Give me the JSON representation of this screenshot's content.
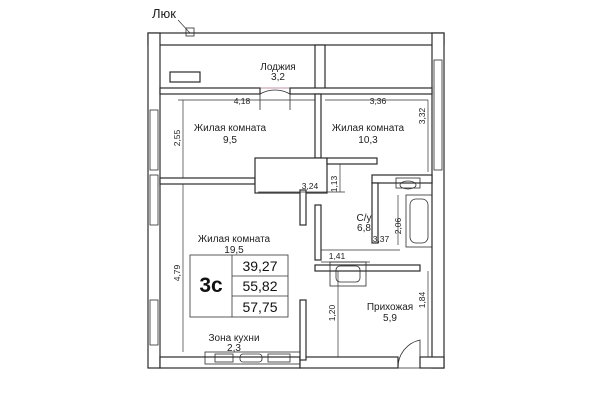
{
  "hatch_label": "Люк",
  "unit_type": "3с",
  "areas": [
    "39,27",
    "55,82",
    "57,75"
  ],
  "rooms": {
    "loggia": {
      "name": "Лоджия",
      "area": "3,2"
    },
    "bedroom_left": {
      "name": "Жилая комната",
      "area": "9,5"
    },
    "bedroom_right": {
      "name": "Жилая комната",
      "area": "10,3"
    },
    "living": {
      "name": "Жилая комната",
      "area": "19,5"
    },
    "bathroom": {
      "name": "С/у",
      "area": "6,8"
    },
    "hall": {
      "name": "Прихожая",
      "area": "5,9"
    },
    "kitchen": {
      "name": "Зона кухни",
      "area": "2,3"
    }
  },
  "dimensions": {
    "d_418": "4,18",
    "d_336": "3,36",
    "d_255": "2,55",
    "d_332": "3,32",
    "d_324": "3,24",
    "d_113": "1,13",
    "d_206": "2,06",
    "d_337": "3,37",
    "d_141": "1,41",
    "d_479": "4,79",
    "d_184": "1,84",
    "d_120": "1,20"
  }
}
